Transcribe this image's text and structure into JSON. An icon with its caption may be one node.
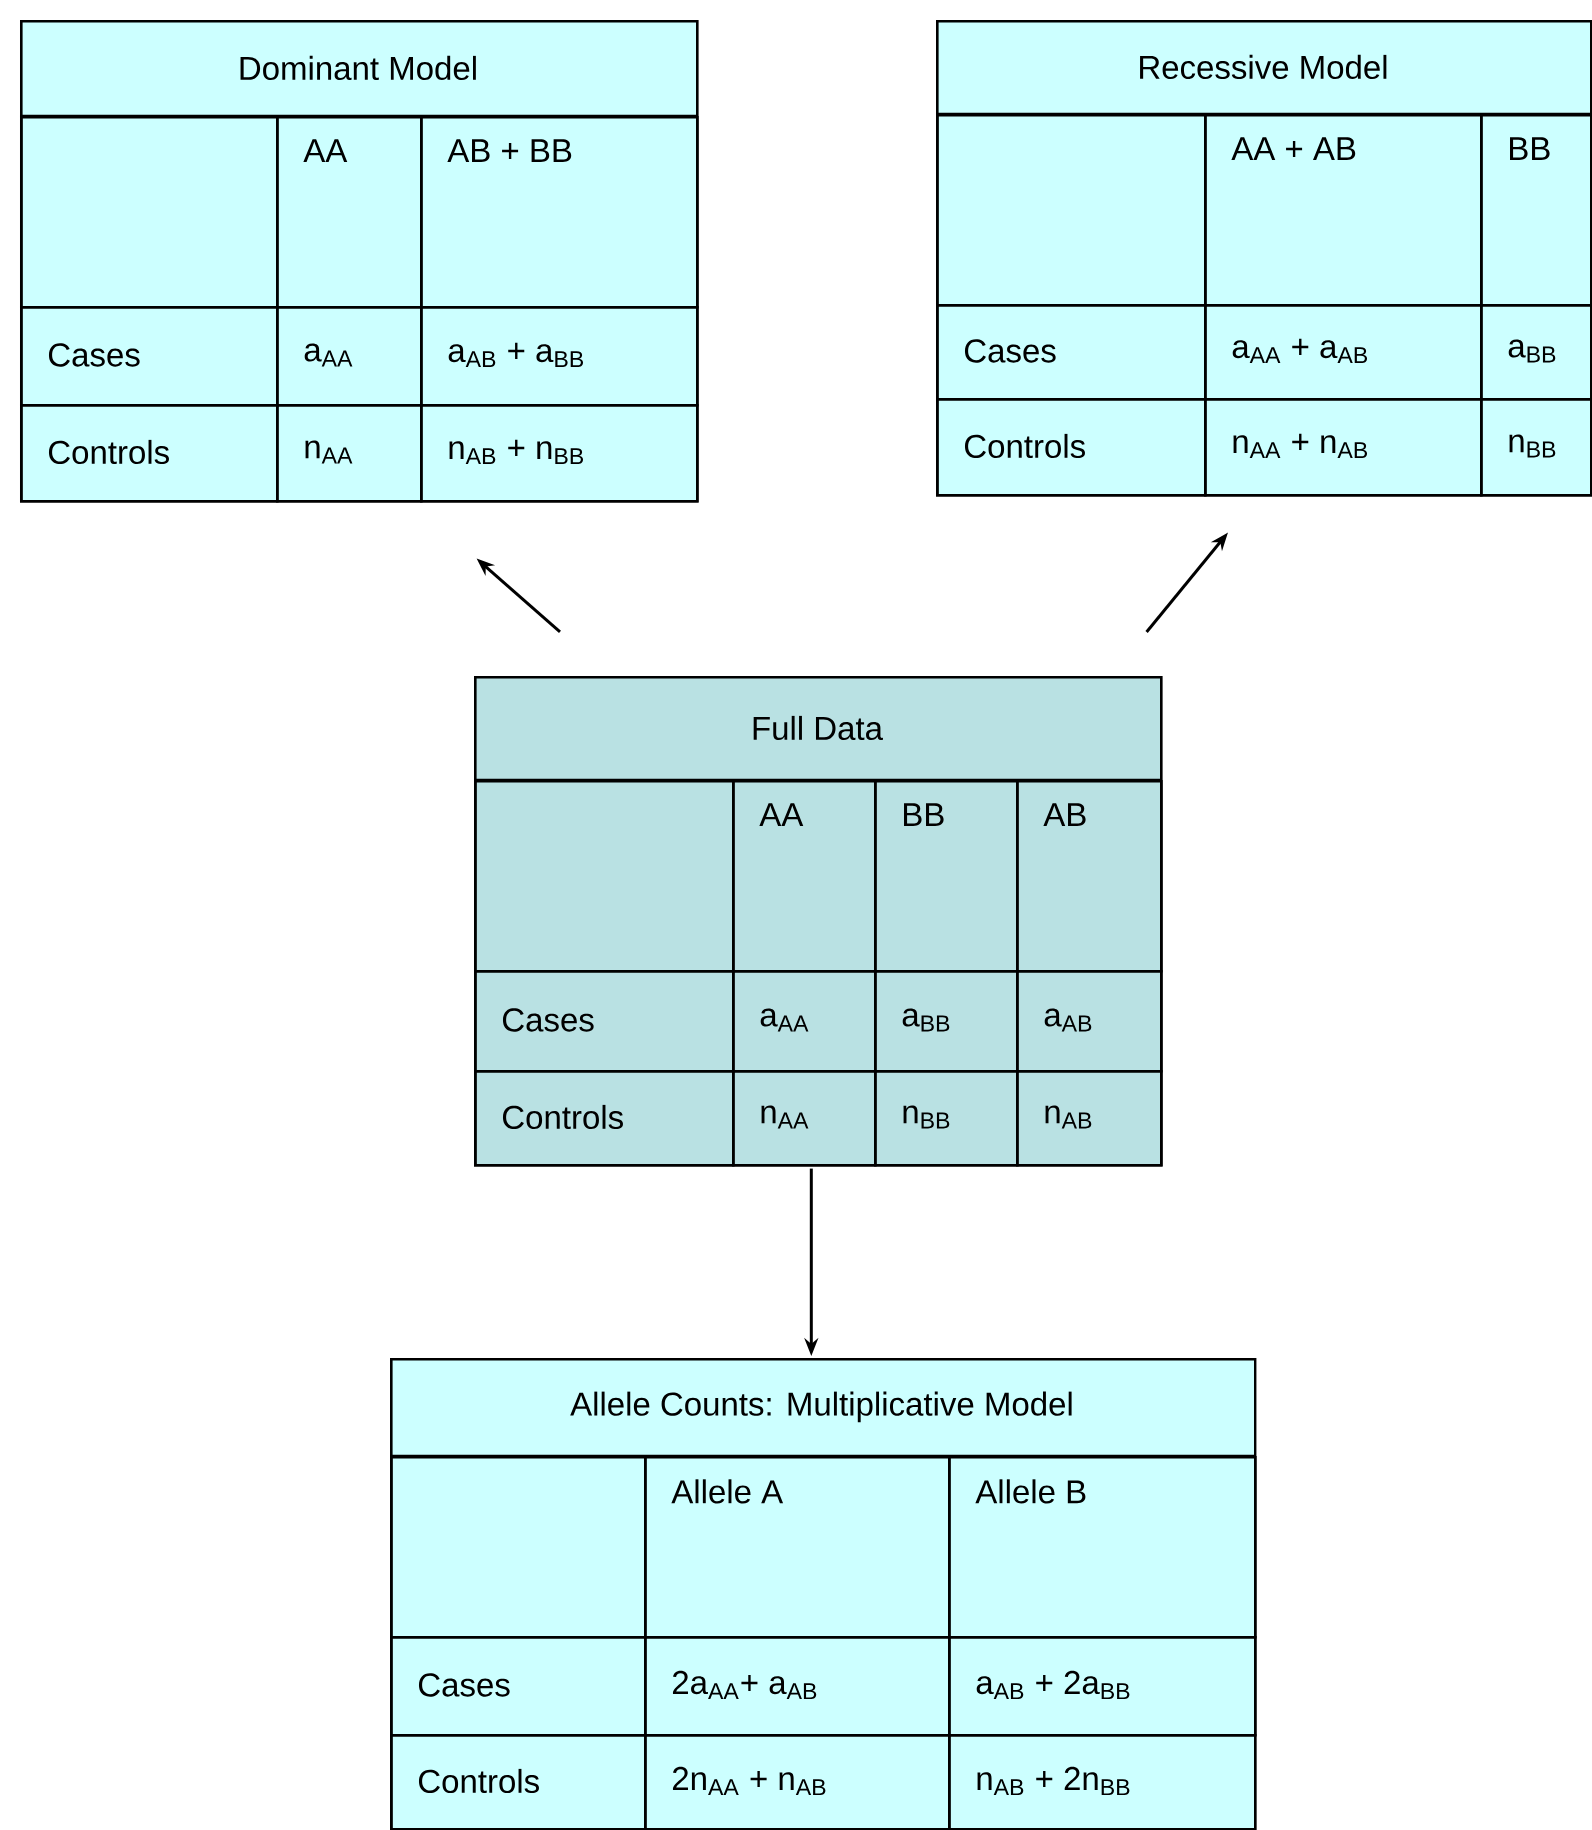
{
  "diagram": {
    "nodes": [
      {
        "text": [
          "Dominant Model"
        ]
      },
      {
        "text": [],
        "shape": "box",
        "in": 0
      },
      {
        "text": [
          "AA"
        ],
        "in": 0
      },
      {
        "text": [
          "AB + BB"
        ],
        "in": 0
      },
      {
        "text": [
          "Cases"
        ],
        "in": 0
      },
      {
        "text": [
          "a$_{AA}$"
        ],
        "in": 0
      },
      {
        "text": [
          "a$_{AB}$ + a$_{BB}$"
        ],
        "in": 0
      },
      {
        "text": [
          "Controls"
        ],
        "in": 0
      },
      {
        "text": [
          "n$_{AA}$"
        ],
        "in": 0
      },
      {
        "text": [
          "n$_{AB}$ + n$_{BB}$"
        ],
        "in": 0
      },
      {
        "text": [
          "Recessive Model"
        ]
      },
      {
        "text": [],
        "shape": "box",
        "in": 10
      },
      {
        "text": [
          "AA + AB"
        ],
        "in": 10
      },
      {
        "text": [
          "BB"
        ],
        "in": 10
      },
      {
        "text": [
          "Cases"
        ],
        "in": 10
      },
      {
        "text": [
          "a$_{AA}$ + a$_{AB}$"
        ],
        "in": 10
      },
      {
        "text": [
          "a$_{BB}$"
        ],
        "in": 10
      },
      {
        "text": [
          "Controls"
        ],
        "in": 10
      },
      {
        "text": [
          "n$_{AA}$ + n$_{AB}$"
        ],
        "in": 10
      },
      {
        "text": [
          "n$_{BB}$"
        ],
        "in": 10
      },
      {
        "text": [
          "Full Data"
        ]
      },
      {
        "text": [],
        "shape": "box",
        "in": 20
      },
      {
        "text": [
          "AA"
        ],
        "in": 20
      },
      {
        "text": [
          "BB"
        ],
        "in": 20
      },
      {
        "text": [
          "AB"
        ],
        "in": 20
      },
      {
        "text": [
          "Cases"
        ],
        "in": 20
      },
      {
        "text": [
          "a$_{AA}$"
        ],
        "in": 20
      },
      {
        "text": [
          "a$_{BB}$"
        ],
        "in": 20
      },
      {
        "text": [
          "a$_{AB}$"
        ],
        "in": 20
      },
      {
        "text": [
          "Controls"
        ],
        "in": 20
      },
      {
        "text": [
          "n$_{AA}$"
        ],
        "in": 20
      },
      {
        "text": [
          "n$_{BB}$"
        ],
        "in": 20
      },
      {
        "text": [
          "n$_{AB}$"
        ],
        "in": 20
      },
      {
        "text": [
          "Allele Counts: Multiplicative Model"
        ]
      },
      {
        "text": [],
        "shape": "box",
        "in": 33
      },
      {
        "text": [
          "Allele A"
        ],
        "in": 33
      },
      {
        "text": [
          "Allele B"
        ],
        "in": 33
      },
      {
        "text": [
          "Cases"
        ],
        "in": 33
      },
      {
        "text": [
          "2a$_{AA}$+ a$_{AB}$"
        ],
        "in": 33
      },
      {
        "text": [
          "a$_{AB}$ + 2a$_{BB}$"
        ],
        "in": 33
      },
      {
        "text": [
          "Controls"
        ],
        "in": 33
      },
      {
        "text": [
          "2n$_{AA}$ + n$_{AB}$"
        ],
        "in": 33
      },
      {
        "text": [
          "n$_{AB}$ + 2n$_{BB}$"
        ],
        "in": 33
      }
    ],
    "edges": [
      {
        "from": 20,
        "to": 0,
        "arrow": "to"
      },
      {
        "from": 20,
        "to": 10,
        "arrow": "to"
      },
      {
        "from": 20,
        "to": 33,
        "arrow": "to"
      }
    ]
  }
}
